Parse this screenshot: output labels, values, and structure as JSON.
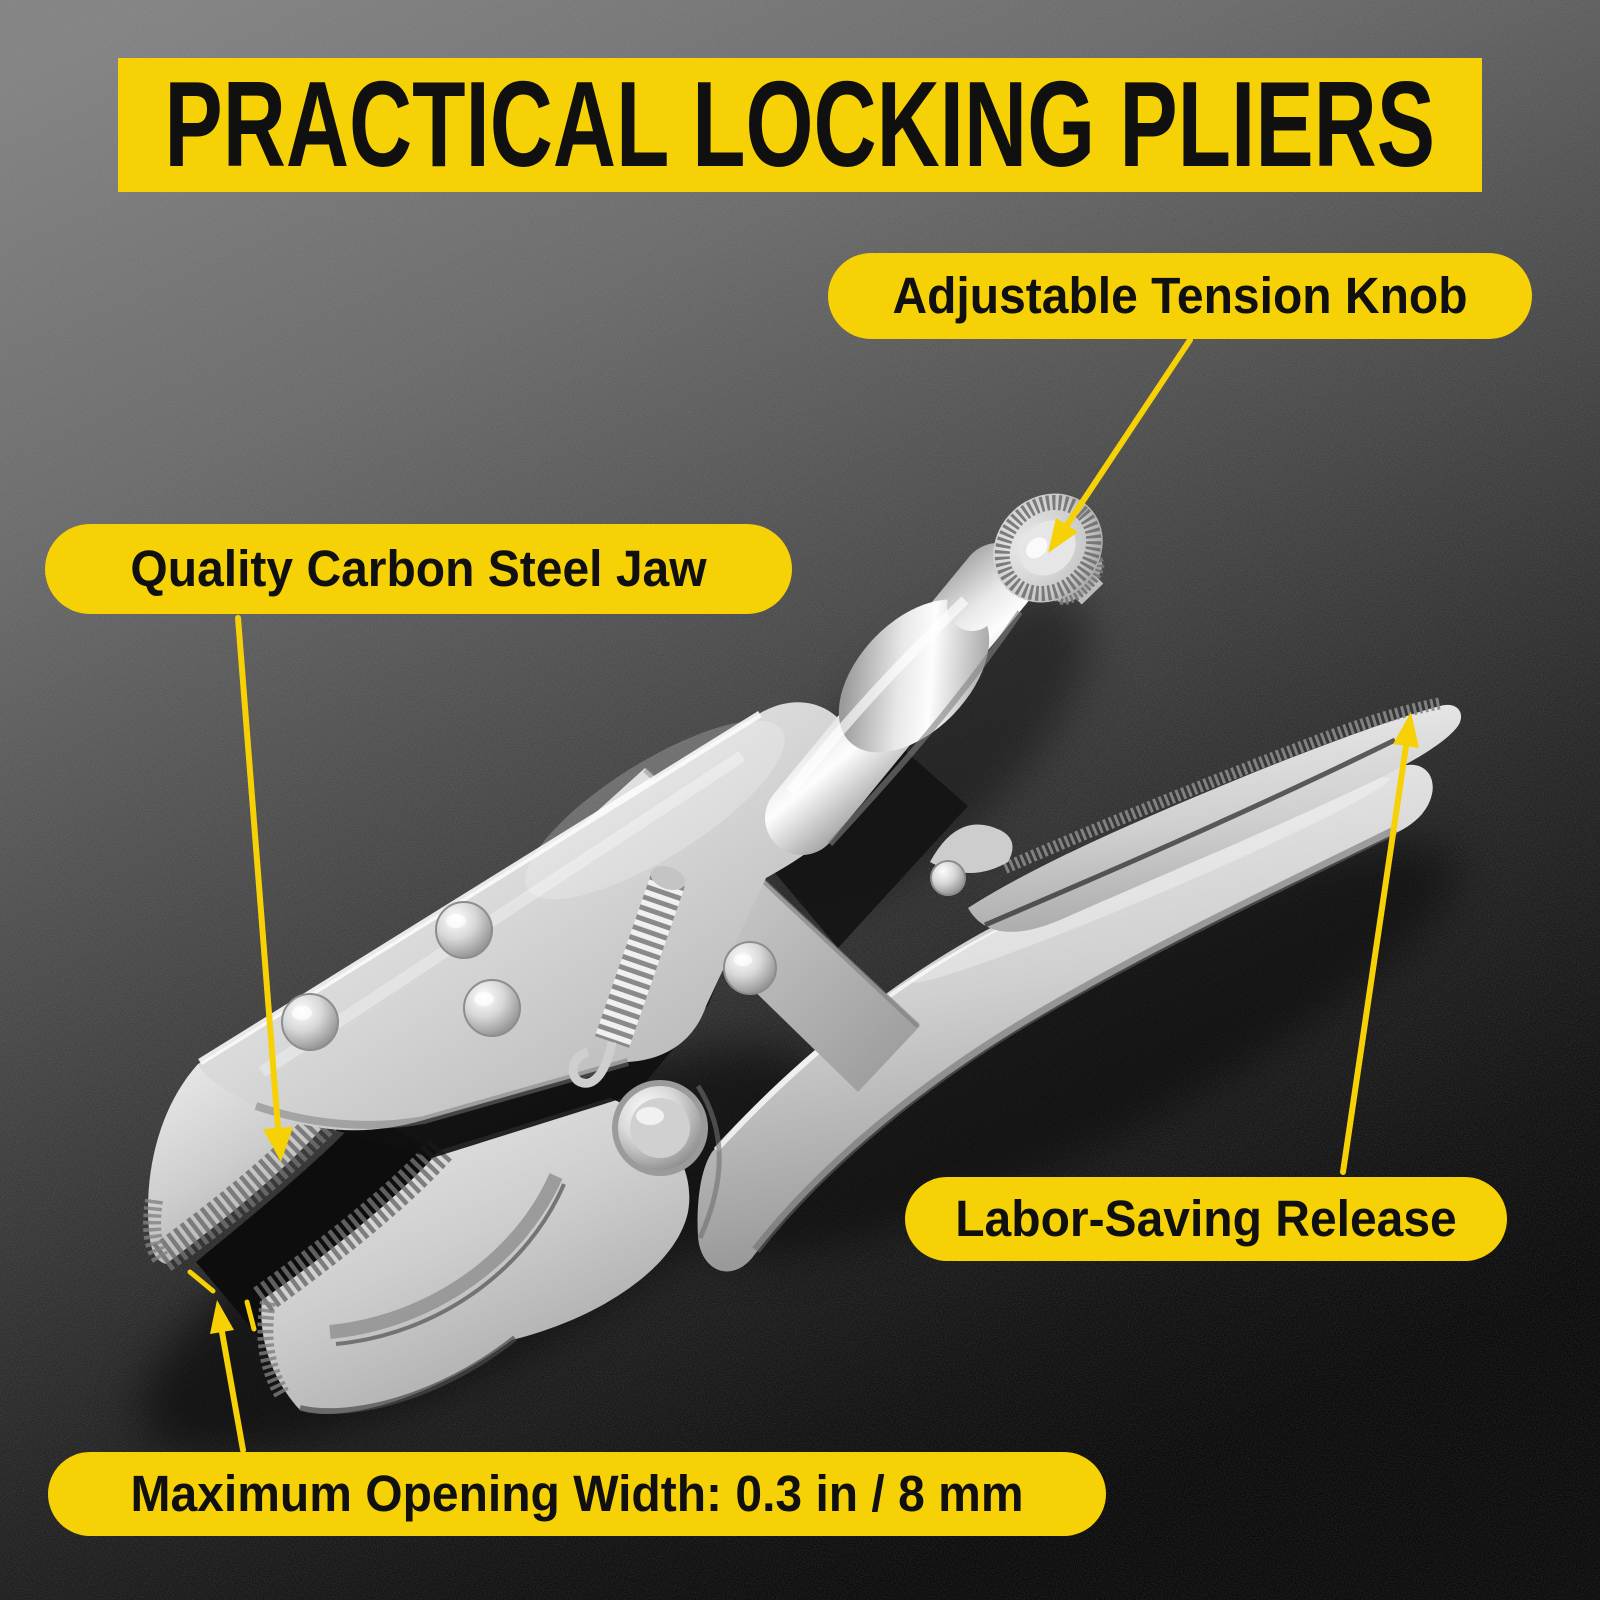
{
  "title": {
    "text": "PRACTICAL LOCKING PLIERS"
  },
  "callouts": {
    "tension_knob": {
      "label": "Adjustable Tension Knob"
    },
    "steel_jaw": {
      "label": "Quality Carbon Steel Jaw"
    },
    "release": {
      "label": "Labor-Saving Release"
    },
    "opening_width": {
      "label": "Maximum Opening Width: 0.3 in / 8 mm"
    }
  },
  "illustration": {
    "subject": "silver locking pliers with serrated curved jaws, knurled adjustable tension knob, release lever and coil spring",
    "icons": {
      "callout_arrow": "straight yellow arrow with solid triangular head",
      "dimension_tick": "short yellow tick marks flanking the jaw opening"
    }
  },
  "colors": {
    "accent_yellow": "#F6D106",
    "label_text": "#101010",
    "background_top": "#828282",
    "background_bottom": "#0A0A0A",
    "metal_light": "#F2F2F2",
    "metal_mid": "#C8C8C8",
    "metal_dark": "#8A8A8A"
  }
}
